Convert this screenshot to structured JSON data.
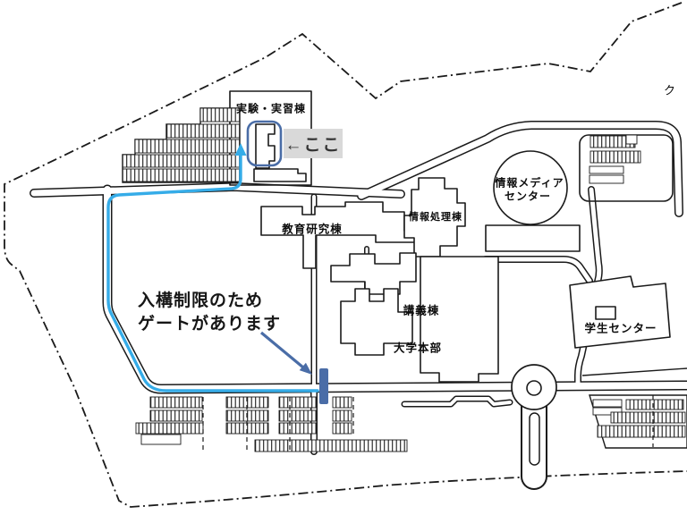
{
  "map": {
    "buildings": {
      "lab": "実験・実習棟",
      "media_center_line1": "情報メディア",
      "media_center_line2": "センター",
      "info_processing": "情報処理棟",
      "education_research": "教育研究棟",
      "lecture": "講義棟",
      "headquarters": "大学本部",
      "student_center": "学生センター",
      "offmap_partial": "ク"
    },
    "annotations": {
      "here": "←ここ",
      "gate_note_line1": "入構制限のため",
      "gate_note_line2": "ゲートがあります"
    },
    "colors": {
      "route": "#35ACE8",
      "accent": "#4A6DA7",
      "here_box_bg": "#D9D9D9",
      "ink": "#1A1A1A"
    }
  }
}
